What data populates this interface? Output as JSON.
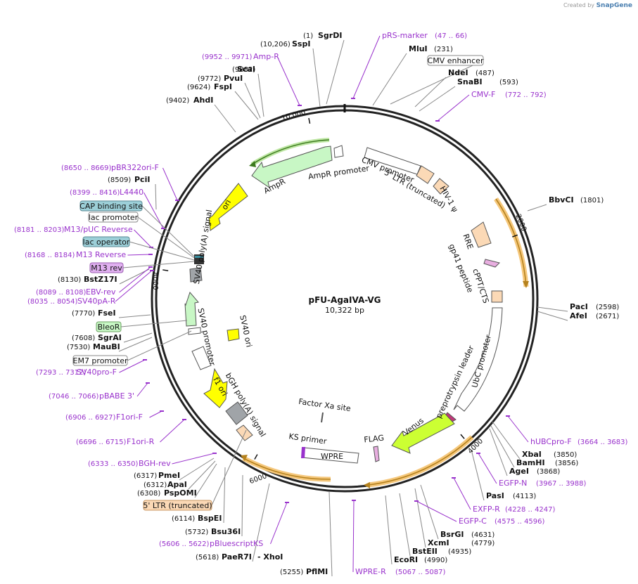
{
  "credit": {
    "prefix": "Created by",
    "brand": "SnapGene"
  },
  "plasmid": {
    "name": "pFU-AgaIVA-VG",
    "size": "10,322 bp"
  },
  "ring_ticks": [
    {
      "label": "2000",
      "pos": 2000
    },
    {
      "label": "4000",
      "pos": 4000
    },
    {
      "label": "6000",
      "pos": 6000
    },
    {
      "label": "8000",
      "pos": 8000
    },
    {
      "label": "10,000",
      "pos": 10000
    }
  ],
  "colors": {
    "promoter": "#ffffff",
    "orf_green": "#c8f7c5",
    "orf_yellow": "#ffff00",
    "ltr": "#fbd9b6",
    "venus": "#ccff33",
    "primer": "#9932cc",
    "grey": "#a0a4a8",
    "dark": "#222222",
    "halo": "#f5c77b"
  },
  "site_labels": [
    {
      "num": "(1)",
      "name": "SgrDI"
    },
    {
      "num": "(10,206)",
      "name": "SspI"
    },
    {
      "num": "(231)",
      "name": "MluI"
    },
    {
      "num": "(487)",
      "name": "NdeI"
    },
    {
      "num": "(593)",
      "name": "SnaBI"
    },
    {
      "num": "(9882)",
      "name": "ScaI"
    },
    {
      "num": "(9772)",
      "name": "PvuI"
    },
    {
      "num": "(9624)",
      "name": "FspI"
    },
    {
      "num": "(9402)",
      "name": "AhdI"
    },
    {
      "num": "(1801)",
      "name": "BbvCI"
    },
    {
      "num": "(8509)",
      "name": "PciI"
    },
    {
      "num": "(8130)",
      "name": "BstZ17I"
    },
    {
      "num": "(7770)",
      "name": "FseI"
    },
    {
      "num": "(7608)",
      "name": "SgrAI"
    },
    {
      "num": "(7530)",
      "name": "MauBI"
    },
    {
      "num": "(2598)",
      "name": "PacI"
    },
    {
      "num": "(2671)",
      "name": "AfeI"
    },
    {
      "num": "(3850)",
      "name": "XbaI"
    },
    {
      "num": "(3856)",
      "name": "BamHI"
    },
    {
      "num": "(3868)",
      "name": "AgeI"
    },
    {
      "num": "(4113)",
      "name": "PasI"
    },
    {
      "num": "(4631)",
      "name": "BsrGI"
    },
    {
      "num": "(4779)",
      "name": "XcmI"
    },
    {
      "num": "(4935)",
      "name": "BstEII"
    },
    {
      "num": "(4990)",
      "name": "EcoRI"
    },
    {
      "num": "(5255)",
      "name": "PflMI"
    },
    {
      "num": "(5618)",
      "name": "PaeR7I"
    },
    {
      "num": "",
      "name": "- XhoI"
    },
    {
      "num": "(5732)",
      "name": "Bsu36I"
    },
    {
      "num": "(6114)",
      "name": "BspEI"
    },
    {
      "num": "(6317)",
      "name": "PmeI"
    },
    {
      "num": "(6312)",
      "name": "ApaI"
    },
    {
      "num": "(6308)",
      "name": "PspOMI"
    }
  ],
  "primer_labels": [
    {
      "name": "pRS-marker",
      "range": "(47 .. 66)"
    },
    {
      "name": "Amp-R",
      "range": "(9952 .. 9971)"
    },
    {
      "name": "CMV-F",
      "range": "(772 .. 792)"
    },
    {
      "name": "pBR322ori-F",
      "range": "(8650 .. 8669)"
    },
    {
      "name": "L4440",
      "range": "(8399 .. 8416)"
    },
    {
      "name": "M13/pUC Reverse",
      "range": "(8181 .. 8203)"
    },
    {
      "name": "M13 Reverse",
      "range": "(8168 .. 8184)"
    },
    {
      "name": "EBV-rev",
      "range": "(8089 .. 8108)"
    },
    {
      "name": "SV40pA-R",
      "range": "(8035 .. 8054)"
    },
    {
      "name": "SV40pro-F",
      "range": "(7293 .. 7312)"
    },
    {
      "name": "pBABE 3'",
      "range": "(7046 .. 7066)"
    },
    {
      "name": "F1ori-F",
      "range": "(6906 .. 6927)"
    },
    {
      "name": "F1ori-R",
      "range": "(6696 .. 6715)"
    },
    {
      "name": "BGH-rev",
      "range": "(6333 .. 6350)"
    },
    {
      "name": "hUBCpro-F",
      "range": "(3664 .. 3683)"
    },
    {
      "name": "EGFP-N",
      "range": "(3967 .. 3988)"
    },
    {
      "name": "EXFP-R",
      "range": "(4228 .. 4247)"
    },
    {
      "name": "EGFP-C",
      "range": "(4575 .. 4596)"
    },
    {
      "name": "pBluescriptKS",
      "range": "(5606 .. 5622)"
    },
    {
      "name": "WPRE-R",
      "range": "(5067 .. 5087)"
    }
  ],
  "boxed_labels": [
    {
      "name": "CMV enhancer"
    },
    {
      "name": "CAP binding site"
    },
    {
      "name": "lac promoter"
    },
    {
      "name": "lac operator"
    },
    {
      "name": "M13 rev"
    },
    {
      "name": "BleoR"
    },
    {
      "name": "EM7 promoter"
    },
    {
      "name": "5' LTR (truncated)"
    }
  ],
  "feature_labels": [
    "AmpR promoter",
    "AmpR",
    "ori",
    "CMV promoter",
    "5' LTR (truncated)",
    "HIV-1 ψ",
    "RRE",
    "gp41 peptide",
    "cPPT/CTS",
    "UbC promoter",
    "preprotrypsin leader",
    "Venus",
    "FLAG",
    "WPRE",
    "KS primer",
    "Factor Xa site",
    "bGH poly(A) signal",
    "f1 ori",
    "SV40 promoter",
    "SV40 ori",
    "SV40 poly(A) signal"
  ]
}
